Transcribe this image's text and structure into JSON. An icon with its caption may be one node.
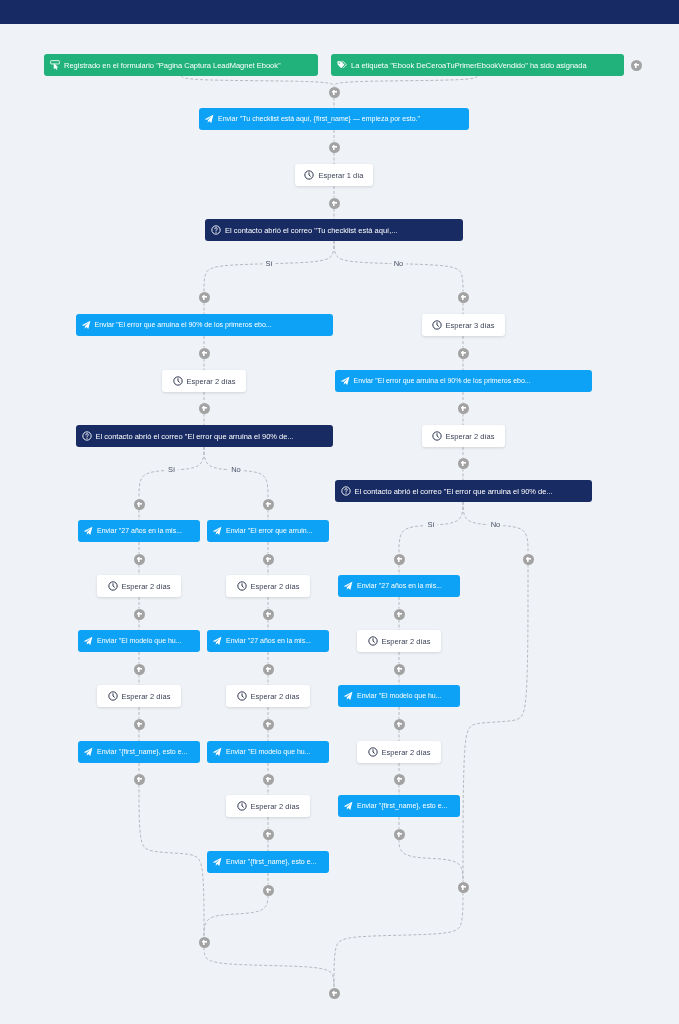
{
  "diagram": {
    "nodes": [
      {
        "text": [
          "Registrado en el formulario \"Pagina Captura LeadMagnet Ebook\""
        ]
      },
      {
        "text": [
          "La etiqueta \"Ebook DeCeroaTuPrimerEbookVendido\" ha sido asignada"
        ]
      },
      {
        "text": [],
        "shape": "circle"
      },
      {
        "text": [],
        "shape": "circle"
      },
      {
        "text": [
          "Enviar \"Tu checklist está aquí, {first_name} — empieza por esto.\""
        ]
      },
      {
        "text": [],
        "shape": "circle"
      },
      {
        "text": [
          "Esperar 1 día"
        ]
      },
      {
        "text": [],
        "shape": "circle"
      },
      {
        "text": [
          "El contacto abrió el correo \"Tu checklist está aquí,..."
        ]
      },
      {
        "text": [],
        "shape": "circle"
      },
      {
        "text": [
          "Enviar \"El error que arruina el 90% de los primeros ebo..."
        ]
      },
      {
        "text": [],
        "shape": "circle"
      },
      {
        "text": [
          "Esperar 2 días"
        ]
      },
      {
        "text": [],
        "shape": "circle"
      },
      {
        "text": [
          "El contacto abrió el correo \"El error que arruina el 90% de..."
        ]
      },
      {
        "text": [],
        "shape": "circle"
      },
      {
        "text": [
          "Enviar \"27 años en la mis..."
        ]
      },
      {
        "text": [],
        "shape": "circle"
      },
      {
        "text": [
          "Esperar 2 días"
        ]
      },
      {
        "text": [],
        "shape": "circle"
      },
      {
        "text": [
          "Enviar \"El modelo que hu..."
        ]
      },
      {
        "text": [],
        "shape": "circle"
      },
      {
        "text": [
          "Esperar 2 días"
        ]
      },
      {
        "text": [],
        "shape": "circle"
      },
      {
        "text": [
          "Enviar \"{first_name}, esto e..."
        ]
      },
      {
        "text": [],
        "shape": "circle"
      },
      {
        "text": [],
        "shape": "circle"
      },
      {
        "text": [
          "Enviar \"El error que arruin..."
        ]
      },
      {
        "text": [],
        "shape": "circle"
      },
      {
        "text": [
          "Esperar 2 días"
        ]
      },
      {
        "text": [],
        "shape": "circle"
      },
      {
        "text": [
          "Enviar \"27 años en la mis..."
        ]
      },
      {
        "text": [],
        "shape": "circle"
      },
      {
        "text": [
          "Esperar 2 días"
        ]
      },
      {
        "text": [],
        "shape": "circle"
      },
      {
        "text": [
          "Enviar \"El modelo que hu..."
        ]
      },
      {
        "text": [],
        "shape": "circle"
      },
      {
        "text": [
          "Esperar 2 días"
        ]
      },
      {
        "text": [],
        "shape": "circle"
      },
      {
        "text": [
          "Enviar \"{first_name}, esto e..."
        ]
      },
      {
        "text": [],
        "shape": "circle"
      },
      {
        "text": [],
        "shape": "circle"
      },
      {
        "text": [
          "Esperar 3 días"
        ]
      },
      {
        "text": [],
        "shape": "circle"
      },
      {
        "text": [
          "Enviar \"El error que arruina el 90% de los primeros ebo..."
        ]
      },
      {
        "text": [],
        "shape": "circle"
      },
      {
        "text": [
          "Esperar 2 días"
        ]
      },
      {
        "text": [],
        "shape": "circle"
      },
      {
        "text": [
          "El contacto abrió el correo \"El error que arruina el 90% de..."
        ]
      },
      {
        "text": [],
        "shape": "circle"
      },
      {
        "text": [
          "Enviar \"27 años en la mis..."
        ]
      },
      {
        "text": [],
        "shape": "circle"
      },
      {
        "text": [
          "Esperar 2 días"
        ]
      },
      {
        "text": [],
        "shape": "circle"
      },
      {
        "text": [
          "Enviar \"El modelo que hu..."
        ]
      },
      {
        "text": [],
        "shape": "circle"
      },
      {
        "text": [
          "Esperar 2 días"
        ]
      },
      {
        "text": [],
        "shape": "circle"
      },
      {
        "text": [
          "Enviar \"{first_name}, esto e..."
        ]
      },
      {
        "text": [],
        "shape": "circle"
      },
      {
        "text": [],
        "shape": "circle"
      },
      {
        "text": [],
        "shape": "circle"
      },
      {
        "text": [],
        "shape": "circle"
      },
      {
        "text": [],
        "shape": "circle"
      }
    ],
    "edges": [
      {
        "from": 0,
        "to": 3,
        "arrow": "none",
        "style": "dashed"
      },
      {
        "from": 1,
        "to": 3,
        "arrow": "none",
        "style": "dashed"
      },
      {
        "from": 3,
        "to": 4,
        "arrow": "none",
        "style": "dashed"
      },
      {
        "from": 4,
        "to": 5,
        "arrow": "none",
        "style": "dashed"
      },
      {
        "from": 5,
        "to": 6,
        "arrow": "none",
        "style": "dashed"
      },
      {
        "from": 6,
        "to": 7,
        "arrow": "none",
        "style": "dashed"
      },
      {
        "from": 7,
        "to": 8,
        "arrow": "none",
        "style": "dashed"
      },
      {
        "from": 8,
        "to": 9,
        "label": "Sí",
        "arrow": "none",
        "style": "dashed"
      },
      {
        "from": 8,
        "to": 41,
        "label": "No",
        "arrow": "none",
        "style": "dashed"
      },
      {
        "from": 9,
        "to": 10,
        "arrow": "none",
        "style": "dashed"
      },
      {
        "from": 10,
        "to": 11,
        "arrow": "none",
        "style": "dashed"
      },
      {
        "from": 11,
        "to": 12,
        "arrow": "none",
        "style": "dashed"
      },
      {
        "from": 12,
        "to": 13,
        "arrow": "none",
        "style": "dashed"
      },
      {
        "from": 13,
        "to": 14,
        "arrow": "none",
        "style": "dashed"
      },
      {
        "from": 14,
        "to": 15,
        "label": "Sí",
        "arrow": "none",
        "style": "dashed"
      },
      {
        "from": 14,
        "to": 26,
        "label": "No",
        "arrow": "none",
        "style": "dashed"
      },
      {
        "from": 15,
        "to": 16,
        "arrow": "none",
        "style": "dashed"
      },
      {
        "from": 16,
        "to": 17,
        "arrow": "none",
        "style": "dashed"
      },
      {
        "from": 17,
        "to": 18,
        "arrow": "none",
        "style": "dashed"
      },
      {
        "from": 18,
        "to": 19,
        "arrow": "none",
        "style": "dashed"
      },
      {
        "from": 19,
        "to": 20,
        "arrow": "none",
        "style": "dashed"
      },
      {
        "from": 20,
        "to": 21,
        "arrow": "none",
        "style": "dashed"
      },
      {
        "from": 21,
        "to": 22,
        "arrow": "none",
        "style": "dashed"
      },
      {
        "from": 22,
        "to": 23,
        "arrow": "none",
        "style": "dashed"
      },
      {
        "from": 23,
        "to": 24,
        "arrow": "none",
        "style": "dashed"
      },
      {
        "from": 24,
        "to": 25,
        "arrow": "none",
        "style": "dashed"
      },
      {
        "from": 25,
        "to": 62,
        "arrow": "none",
        "style": "dashed"
      },
      {
        "from": 26,
        "to": 27,
        "arrow": "none",
        "style": "dashed"
      },
      {
        "from": 27,
        "to": 28,
        "arrow": "none",
        "style": "dashed"
      },
      {
        "from": 28,
        "to": 29,
        "arrow": "none",
        "style": "dashed"
      },
      {
        "from": 29,
        "to": 30,
        "arrow": "none",
        "style": "dashed"
      },
      {
        "from": 30,
        "to": 31,
        "arrow": "none",
        "style": "dashed"
      },
      {
        "from": 31,
        "to": 32,
        "arrow": "none",
        "style": "dashed"
      },
      {
        "from": 32,
        "to": 33,
        "arrow": "none",
        "style": "dashed"
      },
      {
        "from": 33,
        "to": 34,
        "arrow": "none",
        "style": "dashed"
      },
      {
        "from": 34,
        "to": 35,
        "arrow": "none",
        "style": "dashed"
      },
      {
        "from": 35,
        "to": 36,
        "arrow": "none",
        "style": "dashed"
      },
      {
        "from": 36,
        "to": 37,
        "arrow": "none",
        "style": "dashed"
      },
      {
        "from": 37,
        "to": 38,
        "arrow": "none",
        "style": "dashed"
      },
      {
        "from": 38,
        "to": 39,
        "arrow": "none",
        "style": "dashed"
      },
      {
        "from": 39,
        "to": 40,
        "arrow": "none",
        "style": "dashed"
      },
      {
        "from": 40,
        "to": 62,
        "arrow": "none",
        "style": "dashed"
      },
      {
        "from": 41,
        "to": 42,
        "arrow": "none",
        "style": "dashed"
      },
      {
        "from": 42,
        "to": 43,
        "arrow": "none",
        "style": "dashed"
      },
      {
        "from": 43,
        "to": 44,
        "arrow": "none",
        "style": "dashed"
      },
      {
        "from": 44,
        "to": 45,
        "arrow": "none",
        "style": "dashed"
      },
      {
        "from": 45,
        "to": 46,
        "arrow": "none",
        "style": "dashed"
      },
      {
        "from": 46,
        "to": 47,
        "arrow": "none",
        "style": "dashed"
      },
      {
        "from": 47,
        "to": 48,
        "arrow": "none",
        "style": "dashed"
      },
      {
        "from": 48,
        "to": 49,
        "label": "Sí",
        "arrow": "none",
        "style": "dashed"
      },
      {
        "from": 48,
        "to": 60,
        "label": "No",
        "arrow": "none",
        "style": "dashed"
      },
      {
        "from": 49,
        "to": 50,
        "arrow": "none",
        "style": "dashed"
      },
      {
        "from": 50,
        "to": 51,
        "arrow": "none",
        "style": "dashed"
      },
      {
        "from": 51,
        "to": 52,
        "arrow": "none",
        "style": "dashed"
      },
      {
        "from": 52,
        "to": 53,
        "arrow": "none",
        "style": "dashed"
      },
      {
        "from": 53,
        "to": 54,
        "arrow": "none",
        "style": "dashed"
      },
      {
        "from": 54,
        "to": 55,
        "arrow": "none",
        "style": "dashed"
      },
      {
        "from": 55,
        "to": 56,
        "arrow": "none",
        "style": "dashed"
      },
      {
        "from": 56,
        "to": 57,
        "arrow": "none",
        "style": "dashed"
      },
      {
        "from": 57,
        "to": 58,
        "arrow": "none",
        "style": "dashed"
      },
      {
        "from": 58,
        "to": 59,
        "arrow": "none",
        "style": "dashed"
      },
      {
        "from": 59,
        "to": 61,
        "arrow": "none",
        "style": "dashed"
      },
      {
        "from": 60,
        "to": 61,
        "arrow": "none",
        "style": "dashed"
      },
      {
        "from": 61,
        "to": 63,
        "arrow": "none",
        "style": "dashed"
      },
      {
        "from": 62,
        "to": 63,
        "arrow": "none",
        "style": "dashed"
      }
    ]
  }
}
